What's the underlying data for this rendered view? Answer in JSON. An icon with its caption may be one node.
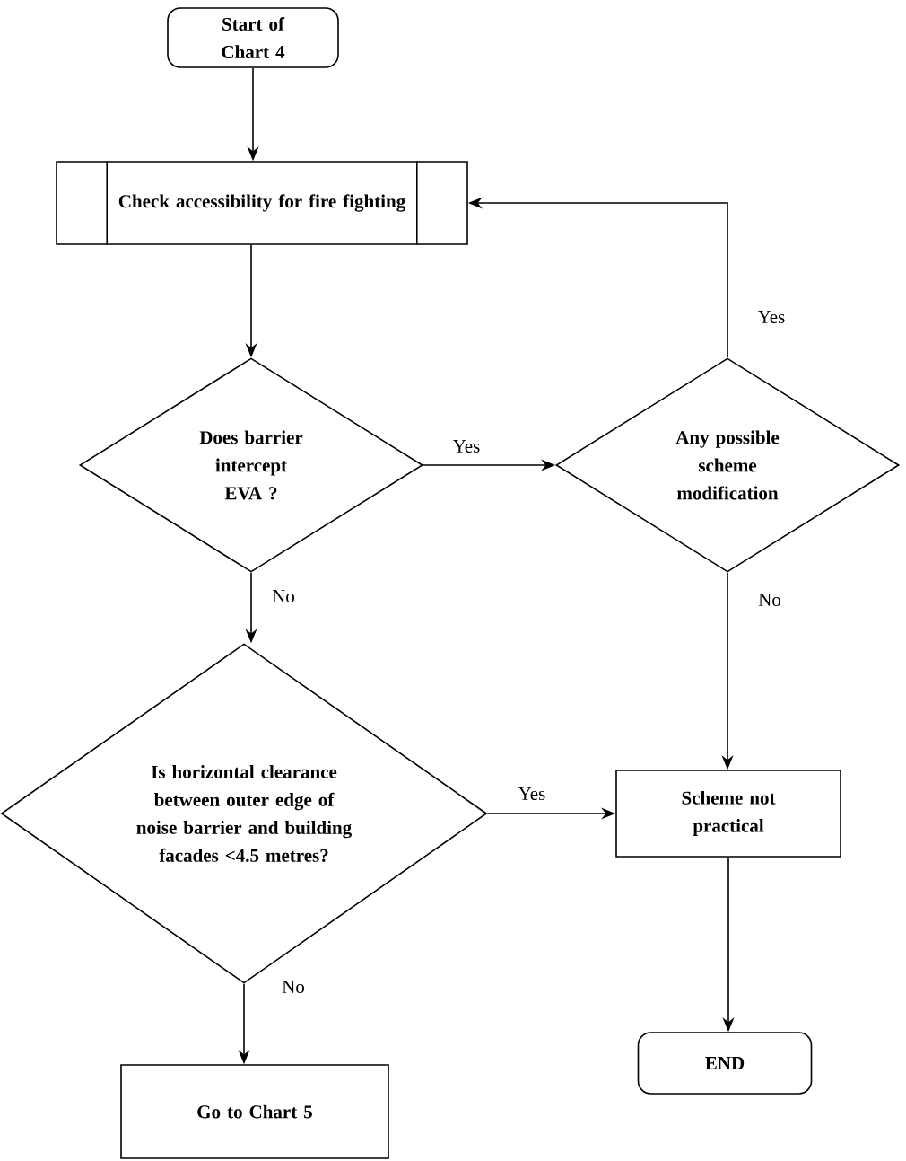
{
  "diagram": {
    "nodes": [
      {
        "text": [
          "Start of Chart 4"
        ]
      },
      {
        "text": [
          "Check accessibility for fire fighting"
        ]
      },
      {
        "text": [
          "Does barrier intercept EVA ?"
        ]
      },
      {
        "text": [
          "Any possible scheme modification"
        ]
      },
      {
        "text": [
          "Is horizontal clearance between outer edge of noise barrier and building facades <4.5 metres?"
        ]
      },
      {
        "text": [
          "Scheme not practical"
        ]
      },
      {
        "text": [
          "END"
        ]
      },
      {
        "text": [
          "Go to Chart 5"
        ]
      }
    ],
    "edges": [
      {
        "from": 0,
        "to": 1,
        "arrow": "to"
      },
      {
        "from": 1,
        "to": 2,
        "arrow": "to"
      },
      {
        "from": 2,
        "to": 3,
        "arrow": "to",
        "label": "Yes"
      },
      {
        "from": 3,
        "to": 1,
        "arrow": "to",
        "label": "Yes"
      },
      {
        "from": 2,
        "to": 4,
        "arrow": "to",
        "label": "No"
      },
      {
        "from": 3,
        "to": 5,
        "arrow": "to",
        "label": "No"
      },
      {
        "from": 4,
        "to": 5,
        "arrow": "to",
        "label": "Yes"
      },
      {
        "from": 5,
        "to": 6,
        "arrow": "to"
      },
      {
        "from": 4,
        "to": 7,
        "arrow": "to",
        "label": "No"
      }
    ]
  }
}
